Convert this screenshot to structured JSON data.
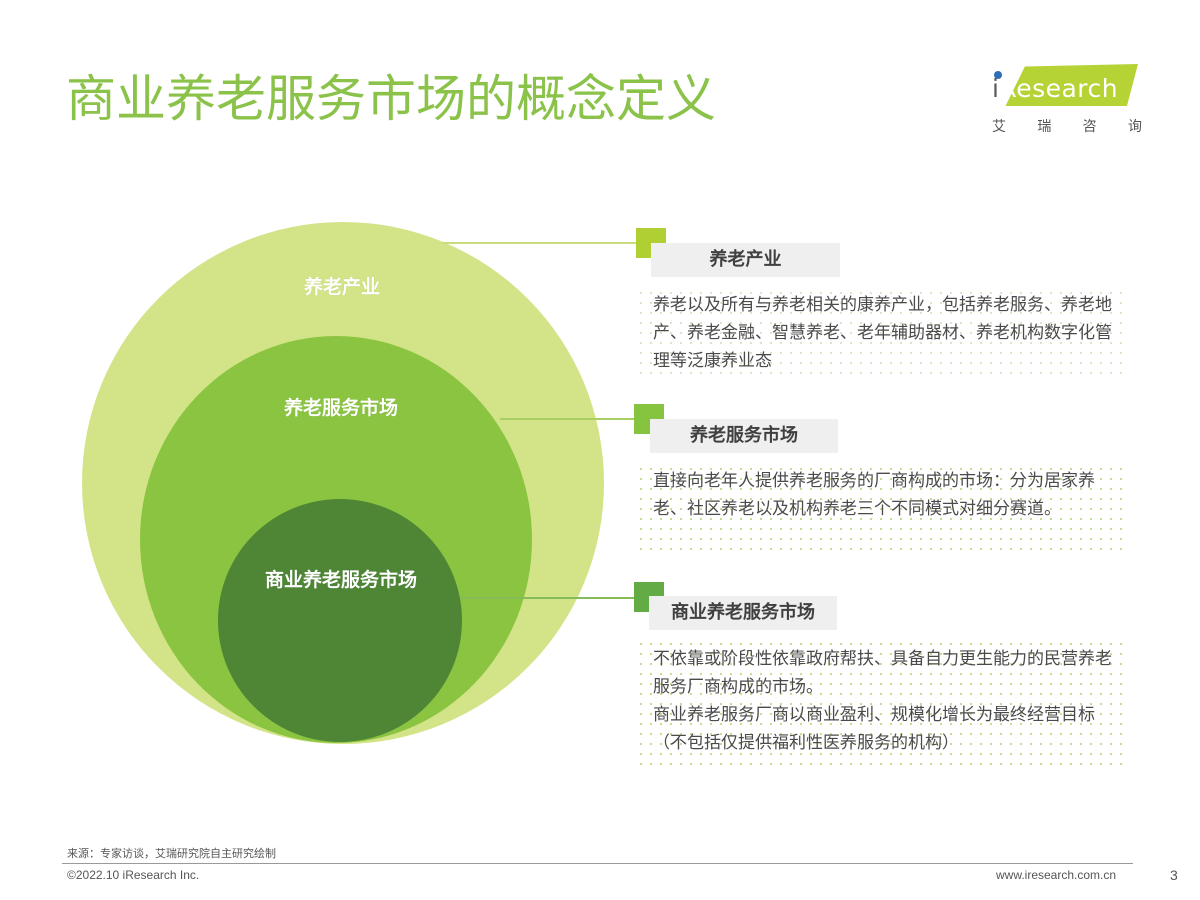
{
  "header": {
    "title": "商业养老服务市场的概念定义",
    "logo": {
      "brand_i": "i",
      "brand_rest": "Research",
      "subtitle": [
        "艾",
        "瑞",
        "咨",
        "询"
      ]
    }
  },
  "diagram": {
    "circles": [
      {
        "label": "养老产业",
        "color": "#D2E487"
      },
      {
        "label": "养老服务市场",
        "color": "#8BC441"
      },
      {
        "label": "商业养老服务市场",
        "color": "#4E8636"
      }
    ],
    "definitions": [
      {
        "title": "养老产业",
        "accent": "#AFCF33",
        "lines": [
          "养老以及所有与养老相关的康养产业，包括养老服务、养老地产、养老金融、智慧养老、老年辅助器材、养老机构数字化管理等泛康养业态"
        ]
      },
      {
        "title": "养老服务市场",
        "accent": "#86C440",
        "lines": [
          "直接向老年人提供养老服务的厂商构成的市场：分为居家养老、社区养老以及机构养老三个不同模式对细分赛道。"
        ]
      },
      {
        "title": "商业养老服务市场",
        "accent": "#63AC45",
        "lines": [
          "不依靠或阶段性依靠政府帮扶、具备自力更生能力的民营养老服务厂商构成的市场。",
          "商业养老服务厂商以商业盈利、规模化增长为最终经营目标（不包括仅提供福利性医养服务的机构）"
        ]
      }
    ]
  },
  "footer": {
    "source": "来源：专家访谈，艾瑞研究院自主研究绘制",
    "copyright": "©2022.10 iResearch Inc.",
    "website": "www.iresearch.com.cn",
    "page_number": "3"
  }
}
